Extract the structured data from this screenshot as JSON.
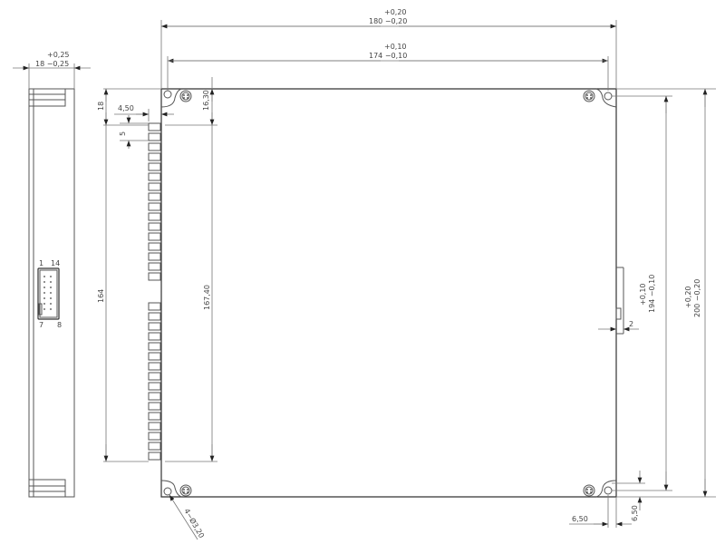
{
  "drawing": {
    "views": {
      "side": {
        "width_dim": {
          "nominal": "18",
          "upper_tol": "+0.25",
          "lower_tol": "-0.25"
        },
        "connector": {
          "pin_labels": [
            "1",
            "14",
            "7",
            "8"
          ],
          "pins": 14
        }
      },
      "top": {
        "overall_width": {
          "nominal": "180",
          "upper_tol": "+0.20",
          "lower_tol": "-0.20"
        },
        "hole_spacing_x": {
          "nominal": "174",
          "upper_tol": "+0.10",
          "lower_tol": "-0.10"
        },
        "overall_height": {
          "nominal": "200",
          "upper_tol": "+0.20",
          "lower_tol": "-0.20"
        },
        "hole_spacing_y": {
          "nominal": "194",
          "upper_tol": "+0.10",
          "lower_tol": "-0.10"
        },
        "edge_connector_offset": "18",
        "edge_connector_length": "164",
        "pin_pitch": "5",
        "pin_depth": "4.50",
        "contact_top_offset": "16.30",
        "contact_span": "167.40",
        "side_tab": "2",
        "hole_offset_x": "6.50",
        "hole_offset_y": "6.50",
        "mount_holes": "4-Ø3.20"
      }
    },
    "labels": {
      "w18_plus": "+0,25",
      "w18_main": "18  −0,25",
      "w180_plus": "+0,20",
      "w180_main": "180 −0,20",
      "w174_plus": "+0,10",
      "w174_main": "174 −0,10",
      "h18": "18",
      "d450": "4,50",
      "p5": "5",
      "d1630": "16,30",
      "h164": "164",
      "h16740": "167,40",
      "h194": "194 −0,10",
      "h194_plus": "+0,10",
      "h200": "200 −0,20",
      "h200_plus": "+0,20",
      "tab2": "2",
      "d650x": "6,50",
      "d650y": "6,50",
      "holes": "4−Ø3,20",
      "pin1": "1",
      "pin14": "14",
      "pin7": "7",
      "pin8": "8"
    }
  }
}
